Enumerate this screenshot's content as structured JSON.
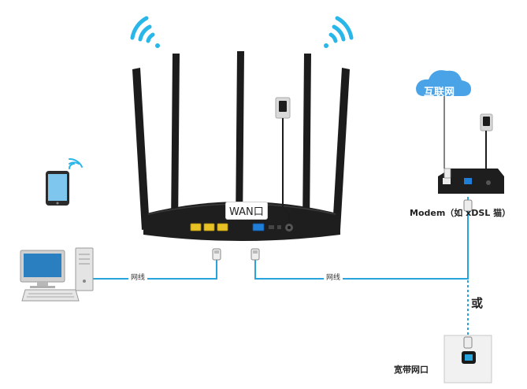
{
  "diagram": {
    "wan_port_label": "WAN口",
    "internet_label": "互联网",
    "modem_label": "Modem（如 xDSL 猫）",
    "or_label": "或",
    "wall_port_label": "宽带网口",
    "cable_label_left": "网线",
    "cable_label_right": "网线"
  },
  "colors": {
    "wifi": "#29b6e8",
    "cable": "#29a3dc",
    "router": "#1e1e1e",
    "lan_port": "#e8c224",
    "wan_port": "#1f7fd6",
    "cloud": "#4aa3e6"
  }
}
